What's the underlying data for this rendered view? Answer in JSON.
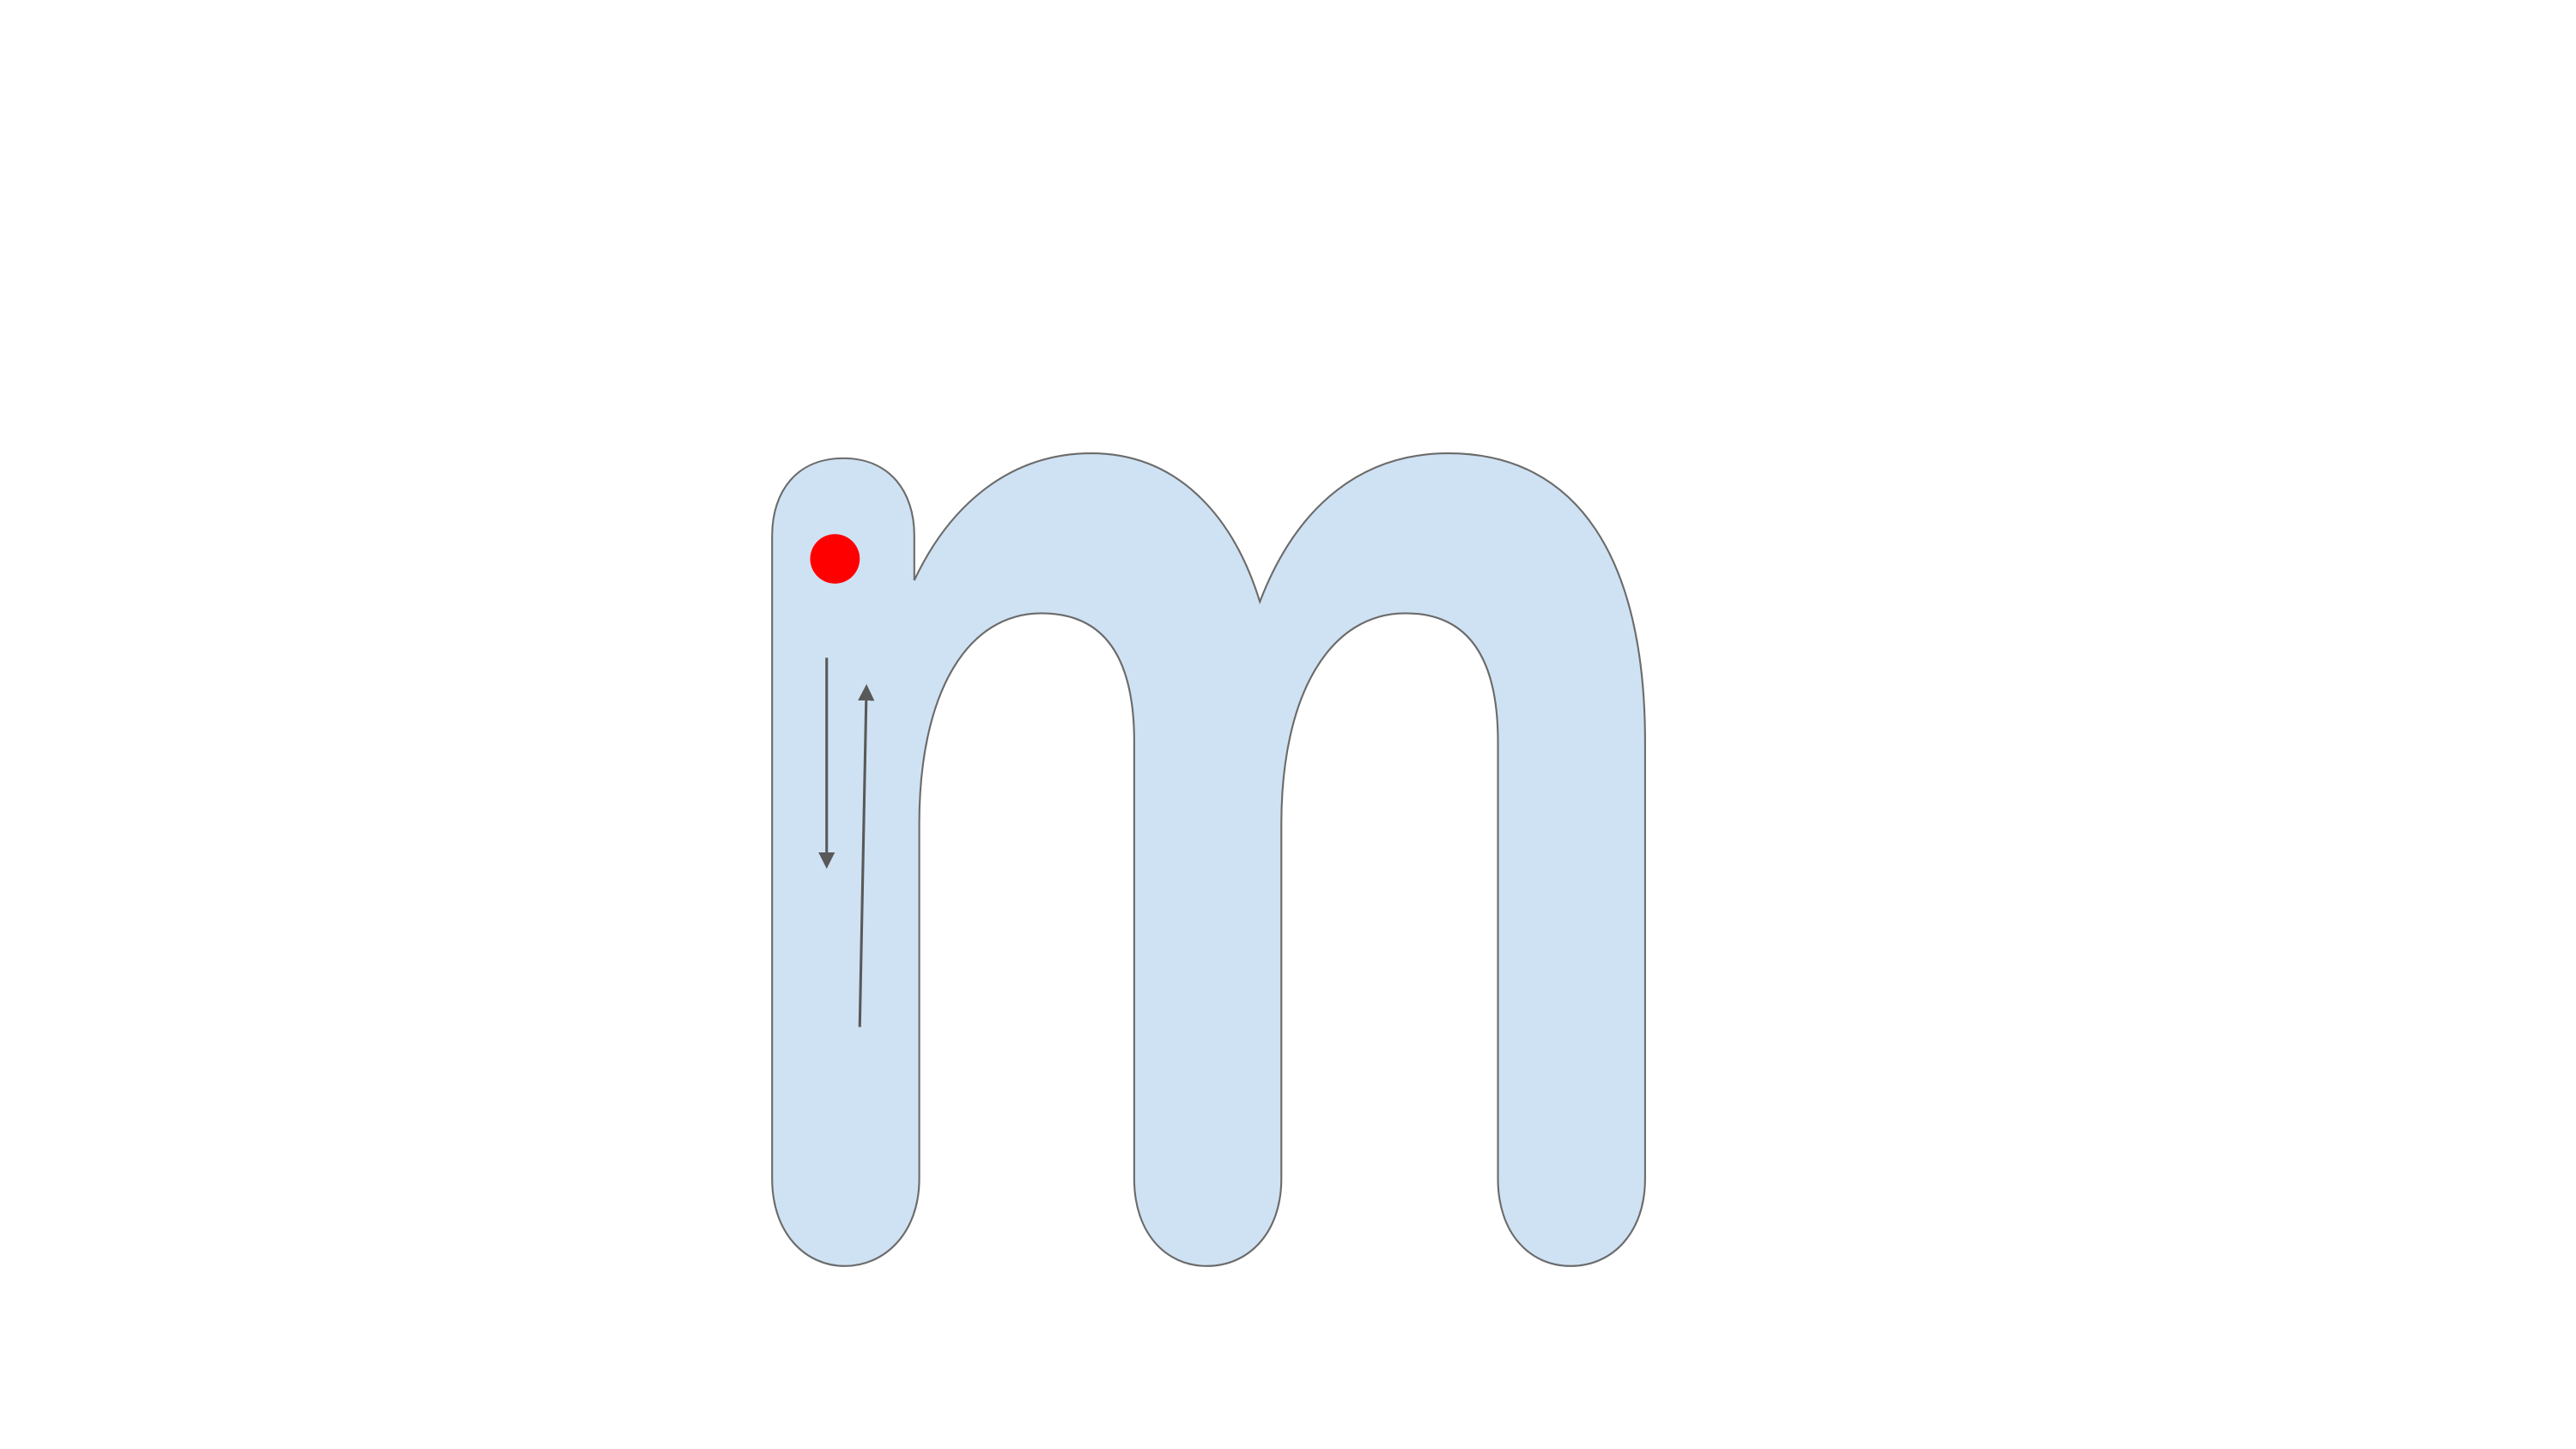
{
  "worksheet": {
    "letter": "m",
    "colors": {
      "background": "#ffffff",
      "letter_fill": "#cfe2f3",
      "letter_outline": "#6b6b6b",
      "start_dot": "#ff0000",
      "arrow": "#595959"
    },
    "stroke_guide": {
      "start_marker": "red-start-dot",
      "arrows": [
        {
          "name": "down-stroke-arrow",
          "direction": "down"
        },
        {
          "name": "up-stroke-arrow",
          "direction": "up"
        }
      ]
    }
  }
}
